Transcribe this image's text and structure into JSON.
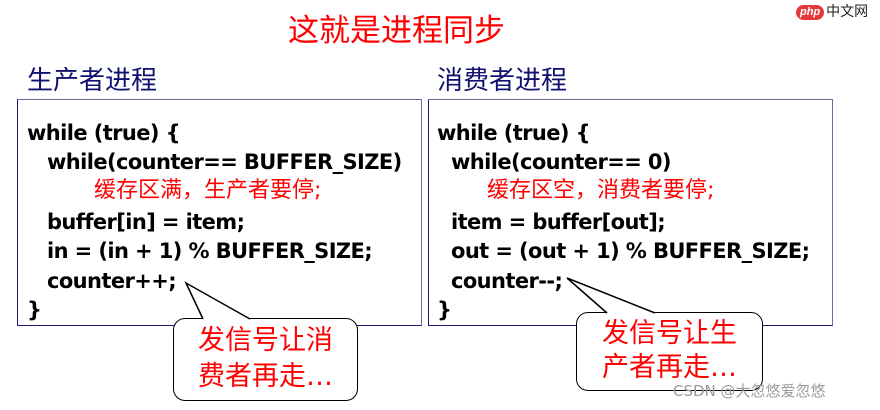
{
  "slide": {
    "title": "这就是进程同步",
    "title_color": "#ff0000",
    "heading_color": "#101070",
    "code_color": "#000000",
    "comment_color": "#ff0000"
  },
  "logo": {
    "badge": "php",
    "text": "中文网",
    "badge_color": "#e4393c"
  },
  "producer": {
    "heading": "生产者进程",
    "lines": [
      "while (true) {",
      "while(counter== BUFFER_SIZE)",
      "缓存区满，生产者要停;",
      "buffer[in] = item;",
      "in = (in + 1) % BUFFER_SIZE;",
      "counter++;",
      "}"
    ],
    "callout": {
      "line1": "发信号让消",
      "line2": "费者再走…"
    }
  },
  "consumer": {
    "heading": "消费者进程",
    "lines": [
      "while (true) {",
      "while(counter== 0)",
      "缓存区空，消费者要停;",
      "item = buffer[out];",
      "out = (out + 1) % BUFFER_SIZE;",
      "counter--;",
      "}"
    ],
    "callout": {
      "line1": "发信号让生",
      "line2": "产者再走…"
    }
  },
  "watermark": "CSDN @大忽悠爱忽悠"
}
